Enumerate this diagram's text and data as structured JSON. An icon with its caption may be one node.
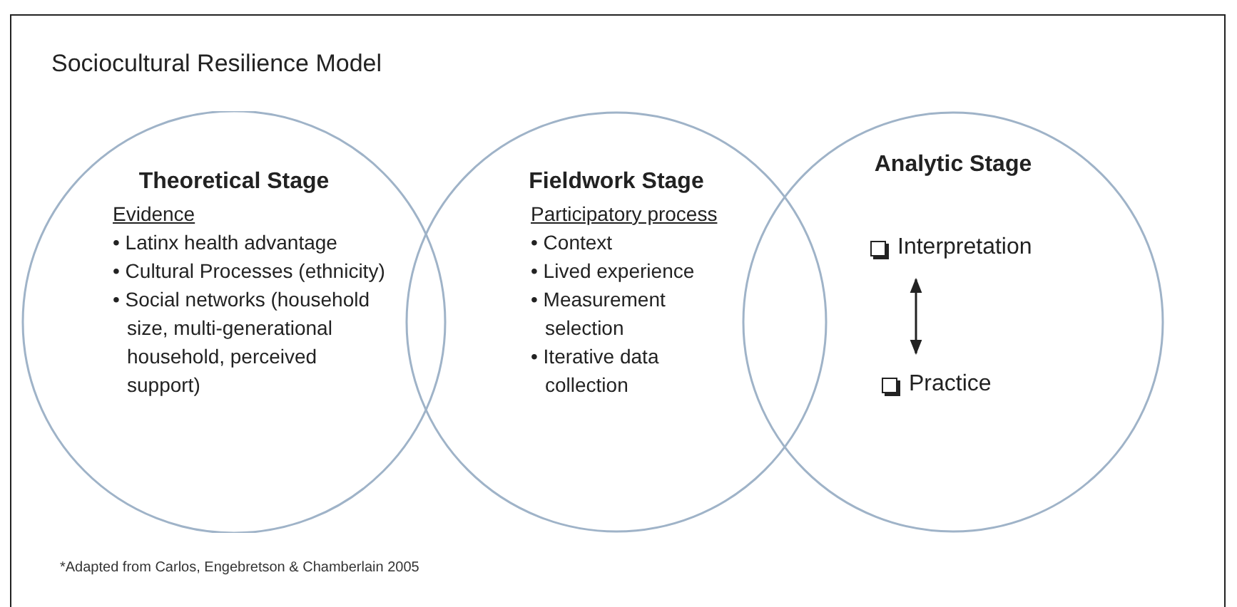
{
  "diagram": {
    "title": "Sociocultural Resilience Model",
    "nodes": [
      {
        "text": [
          "Theoretical Stage",
          "Evidence",
          "• Latinx health advantage",
          "• Cultural Processes (ethnicity)",
          "• Social networks (household size, multi-generational household, perceived support)"
        ]
      },
      {
        "text": [
          "Fieldwork Stage",
          "Participatory process",
          "• Context",
          "• Lived experience",
          "• Measurement selection",
          "• Iterative data collection"
        ]
      },
      {
        "text": [
          "Analytic Stage"
        ]
      },
      {
        "text": [
          "Interpretation"
        ],
        "in": 2
      },
      {
        "text": [
          "Practice"
        ],
        "in": 2
      }
    ],
    "edges": [
      {
        "from": 3,
        "to": 4,
        "arrow": "both"
      }
    ],
    "caption": "*Adapted from Carlos, Engebretson & Chamberlain 2005"
  }
}
